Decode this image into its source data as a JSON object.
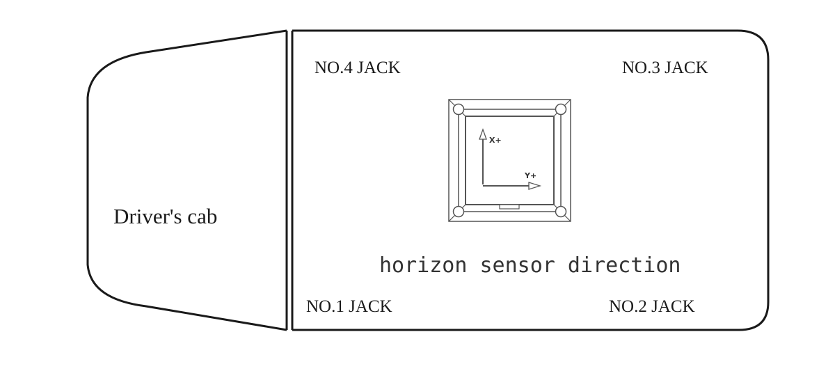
{
  "cab": {
    "label": "Driver's cab"
  },
  "jacks": {
    "no4": "NO.4 JACK",
    "no3": "NO.3 JACK",
    "no1": "NO.1 JACK",
    "no2": "NO.2 JACK"
  },
  "sensor": {
    "caption": "horizon sensor direction",
    "axis_x_label": "X+",
    "axis_y_label": "Y+"
  },
  "colors": {
    "outline": "#1a1a1a",
    "sensor_line": "#555555",
    "background": "#ffffff"
  },
  "icons": {
    "sensor": "horizon-sensor-icon",
    "x_arrow": "x-axis-arrow-icon",
    "y_arrow": "y-axis-arrow-icon"
  }
}
